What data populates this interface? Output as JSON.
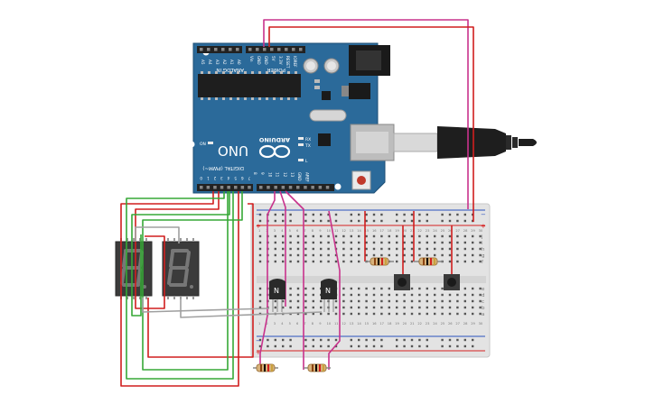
{
  "board": {
    "name": "UNO",
    "brand": "ARDUINO",
    "analog_header": "ANALOG IN",
    "power_header": "POWER",
    "digital_header": "DIGITAL (PWM~)",
    "aref": "AREF",
    "gnd": "GND",
    "power_pins": [
      "Vin",
      "GND",
      "GND",
      "5V",
      "3.3V",
      "RESET",
      "IOREF"
    ],
    "analog_pins": [
      "A5",
      "A4",
      "A3",
      "A2",
      "A1",
      "A0"
    ],
    "tx": "TX",
    "rx": "RX",
    "l": "L",
    "on": "ON",
    "color_board": "#2b6a9a",
    "color_header": "#222222"
  },
  "breadboard": {
    "color_body": "#e6e6e6",
    "power_rail_red": "#d62020",
    "power_rail_blue": "#2a52be",
    "row_letters": [
      "j",
      "i",
      "h",
      "g",
      "f",
      "e",
      "d",
      "c",
      "b",
      "a"
    ],
    "column_numbers": [
      "1",
      "2",
      "3",
      "4",
      "5",
      "6",
      "7",
      "8",
      "9",
      "10",
      "11",
      "12",
      "13",
      "14",
      "15",
      "16",
      "17",
      "18",
      "19",
      "20",
      "21",
      "22",
      "23",
      "24",
      "25",
      "26",
      "27",
      "28",
      "29",
      "30"
    ]
  },
  "components": {
    "transistor_label": "N",
    "seven_segment_count": 2
  },
  "wire_colors": {
    "red": "#d01e1e",
    "green": "#36a836",
    "gray": "#a0a0a0",
    "magenta": "#c8328c"
  }
}
